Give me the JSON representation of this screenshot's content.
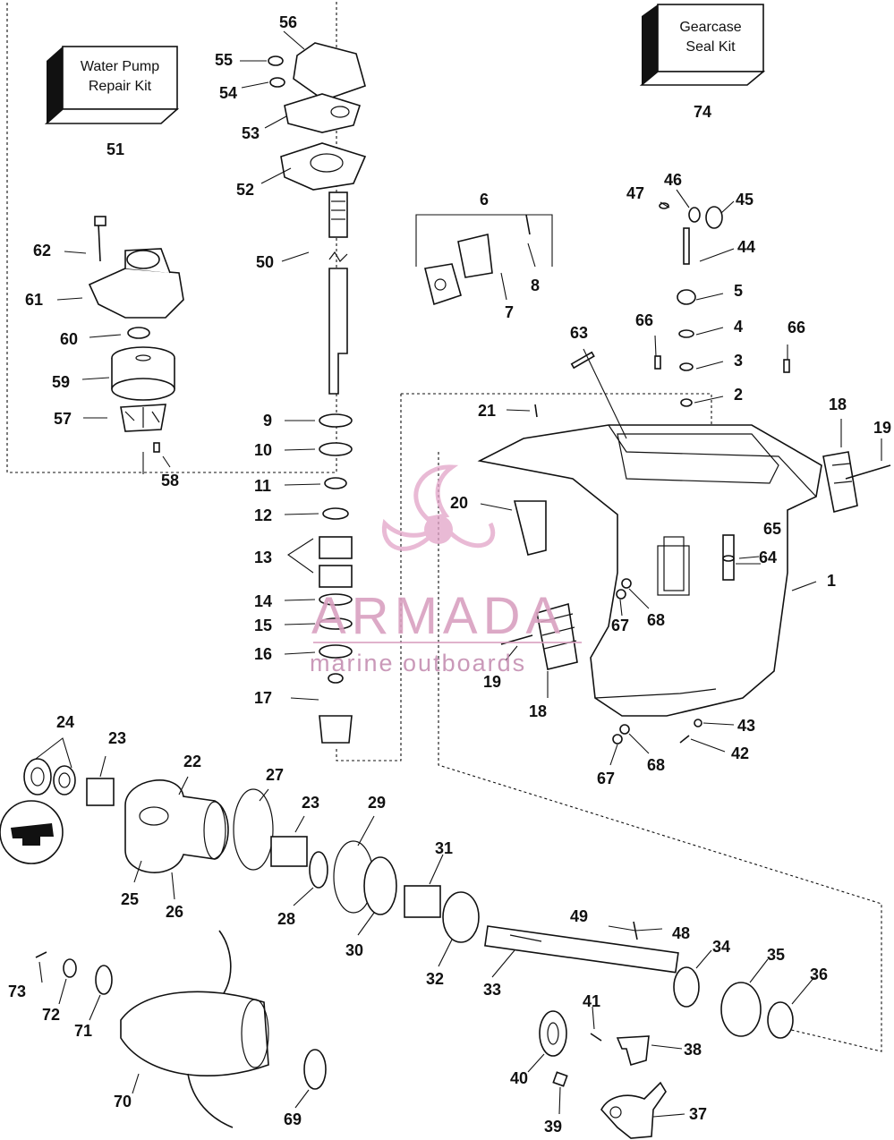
{
  "diagram": {
    "kits": {
      "water_pump": {
        "line1": "Water Pump",
        "line2": "Repair Kit",
        "number": "51"
      },
      "gearcase_seal": {
        "line1": "Gearcase",
        "line2": "Seal Kit",
        "number": "74"
      }
    },
    "callouts": {
      "n56": "56",
      "n55": "55",
      "n54": "54",
      "n53": "53",
      "n52": "52",
      "n50": "50",
      "n62": "62",
      "n61": "61",
      "n60": "60",
      "n59": "59",
      "n57": "57",
      "n58": "58",
      "n9": "9",
      "n10": "10",
      "n11": "11",
      "n12": "12",
      "n13": "13",
      "n14": "14",
      "n15": "15",
      "n16": "16",
      "n17": "17",
      "n6": "6",
      "n7": "7",
      "n8": "8",
      "n47": "47",
      "n46": "46",
      "n45": "45",
      "n44": "44",
      "n5": "5",
      "n4": "4",
      "n3": "3",
      "n2": "2",
      "n63": "63",
      "n66a": "66",
      "n66b": "66",
      "n21": "21",
      "n18a": "18",
      "n19a": "19",
      "n20": "20",
      "n65": "65",
      "n64": "64",
      "n1": "1",
      "n67a": "67",
      "n68a": "68",
      "n19b": "19",
      "n18b": "18",
      "n43": "43",
      "n42": "42",
      "n67b": "67",
      "n68b": "68",
      "n24": "24",
      "n23a": "23",
      "n22": "22",
      "n27": "27",
      "n23b": "23",
      "n29": "29",
      "n25": "25",
      "n26": "26",
      "n28": "28",
      "n31": "31",
      "n30": "30",
      "n32": "32",
      "n33": "33",
      "n49": "49",
      "n48": "48",
      "n34": "34",
      "n35": "35",
      "n36": "36",
      "n73": "73",
      "n72": "72",
      "n71": "71",
      "n41": "41",
      "n38": "38",
      "n40": "40",
      "n70": "70",
      "n69": "69",
      "n39": "39",
      "n37": "37"
    },
    "watermark": {
      "brand": "ARMADA",
      "tagline": "marine outboards"
    }
  }
}
